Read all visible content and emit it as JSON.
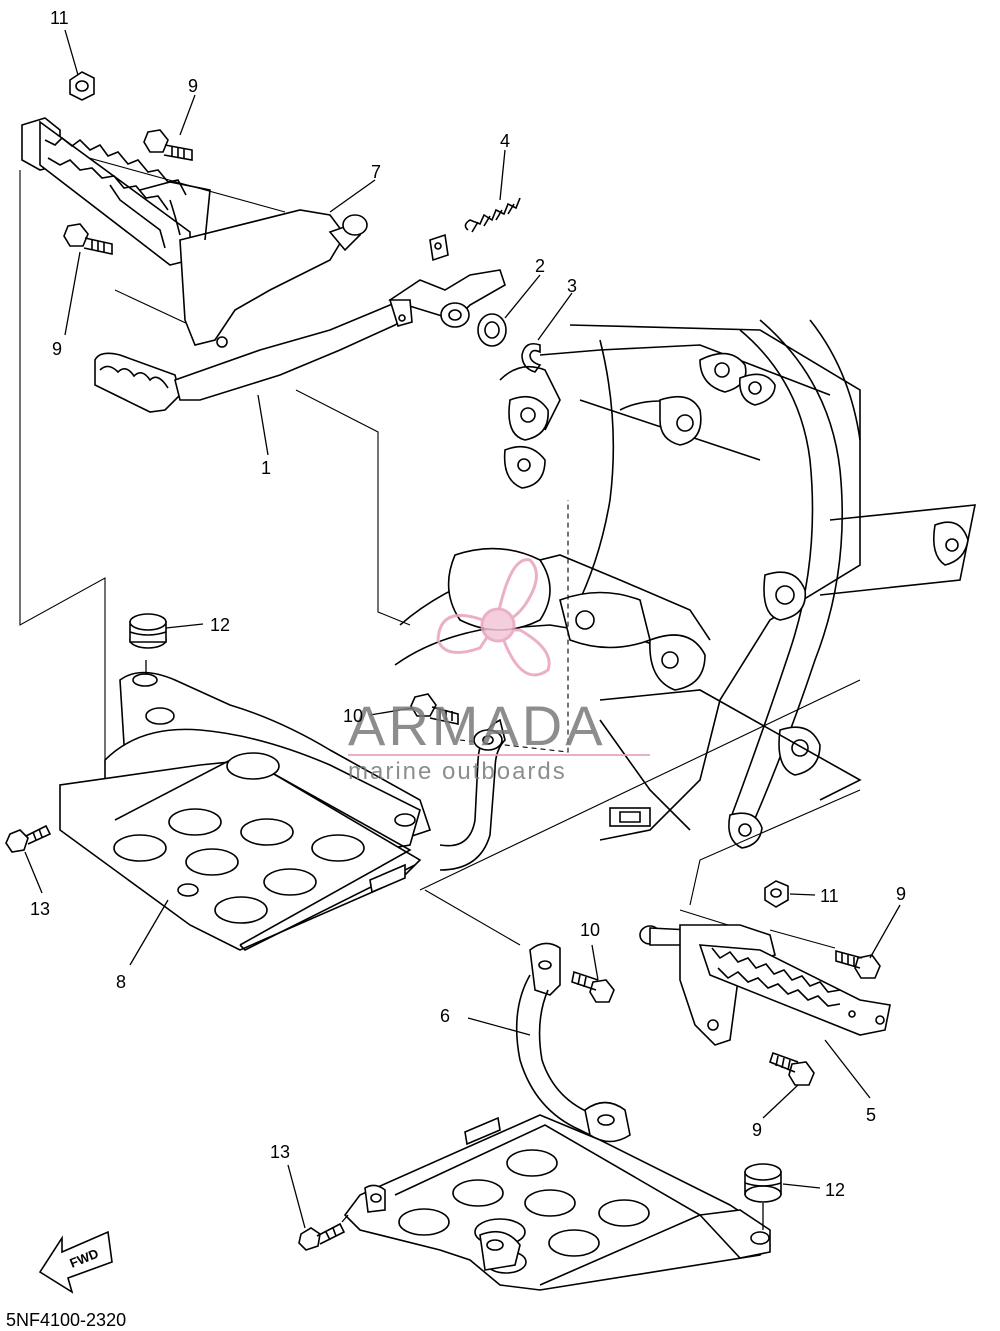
{
  "diagram_code": "5NF4100-2320",
  "watermark": {
    "brand": "ARMADA",
    "tagline": "marine outboards",
    "color": "#e8a3bf"
  },
  "fwd_label": "FWD",
  "callouts": {
    "c1": "1",
    "c2": "2",
    "c3": "3",
    "c4": "4",
    "c5": "5",
    "c6": "6",
    "c7": "7",
    "c8": "8",
    "c9a": "9",
    "c9b": "9",
    "c9c": "9",
    "c9d": "9",
    "c10a": "10",
    "c10b": "10",
    "c11a": "11",
    "c11b": "11",
    "c12a": "12",
    "c12b": "12",
    "c13a": "13",
    "c13b": "13"
  }
}
